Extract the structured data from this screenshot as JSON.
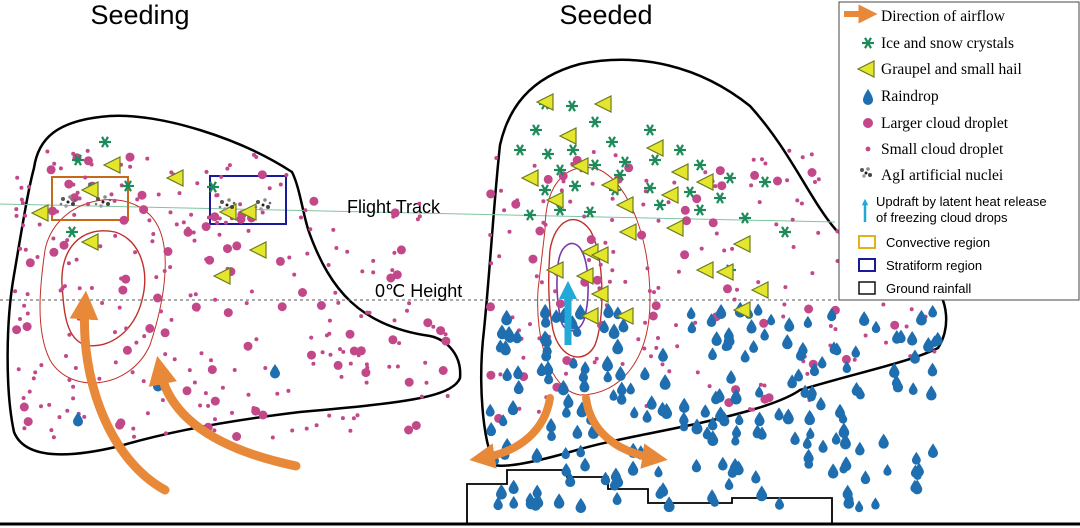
{
  "panels": {
    "left_title": "Seeding",
    "right_title": "Seeded"
  },
  "labels": {
    "flight_track": "Flight Track",
    "zero_height": "0℃ Height"
  },
  "legend": {
    "airflow": "Direction of airflow",
    "ice": "Ice and snow crystals",
    "graupel": "Graupel and small hail",
    "raindrop": "Raindrop",
    "large_droplet": "Larger cloud droplet",
    "small_droplet": "Small cloud droplet",
    "agi": "AgI artificial nuclei",
    "updraft_line1": "Updraft by latent heat release",
    "updraft_line2": "of freezing cloud drops",
    "convective": "Convective region",
    "stratiform": "Stratiform region",
    "ground": "Ground rainfall"
  },
  "colors": {
    "airflow": "#e8893a",
    "ice": "#1e8a5a",
    "graupel_fill": "#e3e62a",
    "graupel_stroke": "#6d7a20",
    "raindrop": "#1f6fb0",
    "droplet": "#c2488a",
    "updraft": "#22a9d8",
    "convective": "#e3b21a",
    "stratiform": "#1a1a9a",
    "contour_red": "#c0302a",
    "contour_purple": "#7a3aa8",
    "flight_line": "#7fc4a0"
  }
}
